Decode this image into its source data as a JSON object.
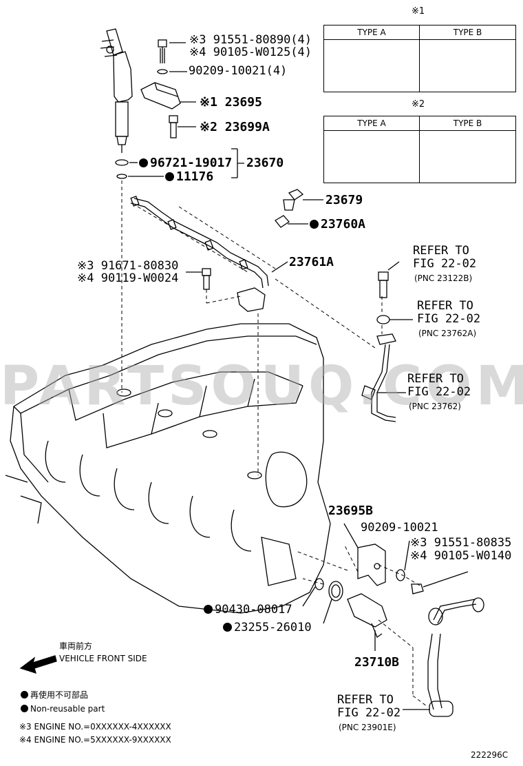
{
  "watermark": "PARTSOUQ.COM",
  "diagram_id": "222296C",
  "tables": {
    "t1": {
      "mark": "※1",
      "type_a": "TYPE A",
      "type_b": "TYPE B"
    },
    "t2": {
      "mark": "※2",
      "type_a": "TYPE A",
      "type_b": "TYPE B"
    }
  },
  "labels": {
    "bolt_top": [
      "※3  91551-80890(4)",
      "※4  90105-W0125(4)"
    ],
    "washer_top": "90209-10021(4)",
    "clamp": "※1  23695",
    "stud": "※2  23699A",
    "seal": "96721-19017",
    "injector": "23670",
    "gasket": "11176",
    "union_bolt": "23679",
    "gasket_b": "23760A",
    "bolt_mid": [
      "※3  91671-80830",
      "※4  90119-W0024"
    ],
    "pipe": "23761A",
    "ref1": [
      "REFER TO",
      "FIG 22-02",
      "(PNC 23122B)"
    ],
    "ref2": [
      "REFER TO",
      "FIG 22-02",
      "(PNC 23762A)"
    ],
    "ref3": [
      "REFER TO",
      "FIG 22-02",
      "(PNC 23762)"
    ],
    "bracket": "23695B",
    "washer_low": "90209-10021",
    "bolt_low": [
      "※3  91551-80835",
      "※4  90105-W0140"
    ],
    "oring": "90430-08017",
    "seal_low": "23255-26010",
    "nozzle": "23710B",
    "ref4": [
      "REFER TO",
      "FIG 22-02",
      "(PNC 23901E)"
    ]
  },
  "legend": {
    "front_jp": "車両前方",
    "front_en": "VEHICLE FRONT SIDE",
    "nonreuse_jp": "再使用不可部品",
    "nonreuse_en": "Non-reusable part",
    "note3": "※3  ENGINE NO.=0XXXXXX-4XXXXXX",
    "note4": "※4  ENGINE NO.=5XXXXXX-9XXXXXX"
  }
}
